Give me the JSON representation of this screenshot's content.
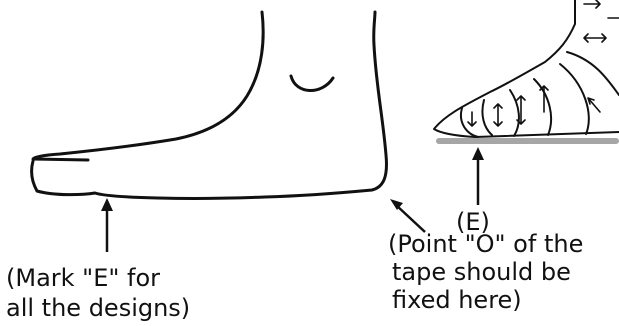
{
  "labels": {
    "mark_e": {
      "line1": "(Mark \"E\" for",
      "line2": "all the designs)"
    },
    "point_o": {
      "line1": "(Point \"O\" of the",
      "line2": "tape should be",
      "line3": "fixed here)"
    },
    "e_label": "(E)"
  },
  "colors": {
    "ink": "#111111",
    "sole_shadow": "#a6a6a6"
  }
}
